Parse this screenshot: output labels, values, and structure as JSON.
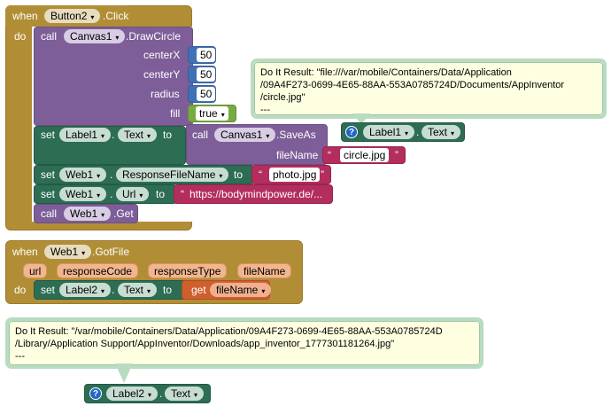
{
  "event1": {
    "when": "when",
    "component": "Button2",
    "event": ".Click",
    "do": "do",
    "draw_call": {
      "call": "call",
      "component": "Canvas1",
      "method": ".DrawCircle",
      "args": [
        {
          "label": "centerX",
          "value": "50"
        },
        {
          "label": "centerY",
          "value": "50"
        },
        {
          "label": "radius",
          "value": "50"
        }
      ],
      "fill_label": "fill",
      "fill_value": "true"
    },
    "set_label1": {
      "set": "set",
      "component": "Label1",
      "property": "Text",
      "to": "to",
      "call": "call",
      "call_component": "Canvas1",
      "call_method": ".SaveAs",
      "arg_label": "fileName",
      "arg_value": "circle.jpg"
    },
    "set_response": {
      "set": "set",
      "component": "Web1",
      "property": "ResponseFileName",
      "to": "to",
      "value": "photo.jpg"
    },
    "set_url": {
      "set": "set",
      "component": "Web1",
      "property": "Url",
      "to": "to",
      "value": "https://bodymindpower.de/..."
    },
    "web_get": {
      "call": "call",
      "component": "Web1",
      "method": ".Get"
    }
  },
  "bubble1": {
    "lines": [
      "Do It Result: \"file:///var/mobile/Containers/Data/Application",
      "/09A4F273-0699-4E65-88AA-553A0785724D/Documents/AppInventor",
      "/circle.jpg\"",
      "---"
    ],
    "getter_component": "Label1",
    "getter_property": "Text"
  },
  "event2": {
    "when": "when",
    "component": "Web1",
    "event": ".GotFile",
    "params": [
      "url",
      "responseCode",
      "responseType",
      "fileName"
    ],
    "do": "do",
    "set": "set",
    "set_component": "Label2",
    "set_property": "Text",
    "to": "to",
    "get": "get",
    "get_var": "fileName"
  },
  "bubble2": {
    "lines": [
      "Do It Result: \"/var/mobile/Containers/Data/Application/09A4F273-0699-4E65-88AA-553A0785724D",
      "/Library/Application Support/AppInventor/Downloads/app_inventor_1777301181264.jpg\"",
      "---"
    ],
    "getter_component": "Label2",
    "getter_property": "Text"
  },
  "quote_mark": "“",
  "quote_close": "”",
  "chevron": "▾",
  "help_icon_glyph": "?",
  "colors": {
    "event": "#b18e35",
    "component_method": "#7d5e98",
    "component_set": "#2d6d53",
    "math": "#3f71b5",
    "logic": "#77ab41",
    "text": "#b32d5e",
    "variable": "#d05f2d",
    "bubble_bg": "#fefee0"
  }
}
